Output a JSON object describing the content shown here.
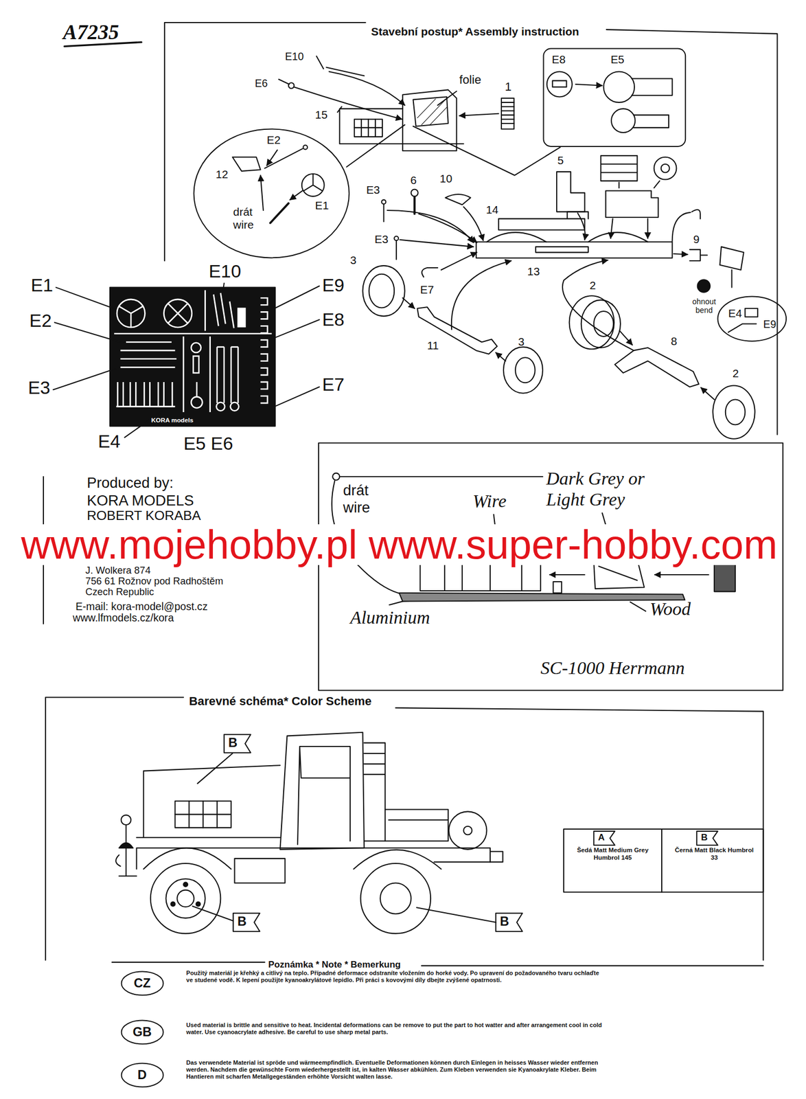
{
  "diagram": {
    "title": "Stavební postup* Assembly instruction",
    "nodes": [
      {
        "text": [
          "E8",
          "E5"
        ]
      },
      {
        "text": [
          "E2",
          "12",
          "drát wire",
          "E1"
        ]
      },
      {
        "text": [
          "E4",
          "E9"
        ]
      },
      {
        "text": [
          "CZ"
        ]
      },
      {
        "text": [
          "GB"
        ]
      },
      {
        "text": [
          "D"
        ]
      }
    ],
    "labels": [
      "A7235",
      "E10",
      "E6",
      "folie",
      "1",
      "15",
      "E3",
      "6",
      "10",
      "5",
      "14",
      "E3",
      "3",
      "13",
      "E7",
      "9",
      "ohnout bend",
      "2",
      "3",
      "11",
      "8",
      "2",
      "E1",
      "E10",
      "E9",
      "E2",
      "E8",
      "E3",
      "E7",
      "E4",
      "E5 E6",
      "KORA models",
      "Produced by:",
      "KORA MODELS",
      "ROBERT KORABA",
      "J. Wolkera 874",
      "756 61 Rožnov pod Radhoštěm",
      "Czech Republic",
      "E-mail: kora-model@post.cz",
      "www.lfmodels.cz/kora",
      "www.mojehobby.pl www.super-hobby.com",
      "drát wire",
      "Wire",
      "Dark Grey or Light Grey",
      "Aluminium",
      "Wood",
      "SC-1000 Herrmann",
      "Barevné schéma* Color Scheme",
      "B",
      "B",
      "B",
      "A",
      "B",
      "Poznámka * Note * Bemerkung",
      "Použitý materiál je křehký a citlivý na teplo. Případné deformace odstraníte vložením do horké vody. Po upravení do požadovaného tvaru ochlaďte ve studené vodě. K lepení použijte kyanoakrylátové lepidlo. Při práci s kovovými díly dbejte zvýšené opatrnosti.",
      "Used material is brittle and sensitive to heat. Incidental deformations can be remove to put the part to hot watter and after arrangement cool in cold water. Use cyanoacrylate adhesive. Be careful to use sharp metal parts.",
      "Das verwendete Material ist spröde und wärmeempfindlich. Eventuelle Deformationen können durch Einlegen in heisses Wasser wieder entfernen werden. Nachdem die gewünschte Form wiederhergestellt ist, in kalten Wasser abkühlen. Zum Kleben verwenden sie Kyanoakrylate Kleber. Beim Hantieren mit scharfen Metallgegeständen erhöhte Vorsicht walten lasse."
    ],
    "legend": [
      {
        "text": "Šedá Matt Medium Grey Humbrol 145"
      },
      {
        "text": "Černá Matt Black Humbrol 33"
      }
    ]
  }
}
